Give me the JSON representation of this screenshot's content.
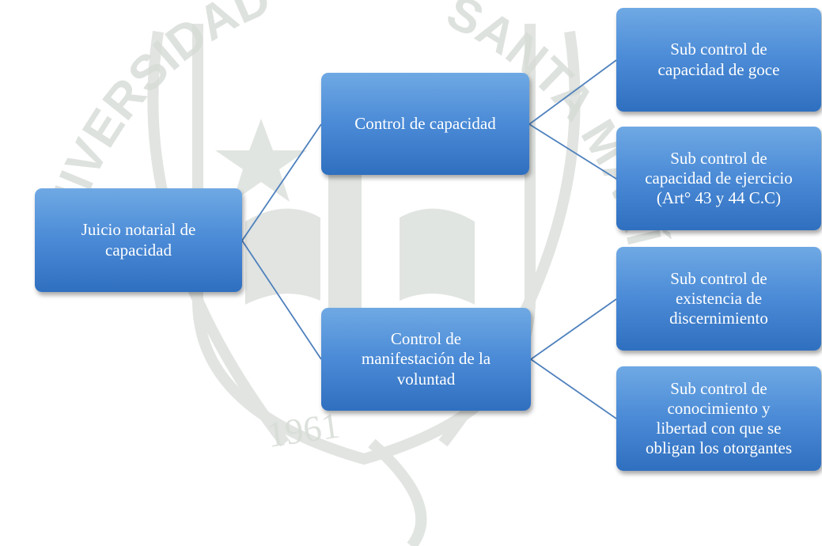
{
  "diagram": {
    "root": {
      "label": "Juicio notarial de\ncapacidad"
    },
    "branches": [
      {
        "label": "Control de capacidad",
        "children": [
          {
            "label": "Sub control de\ncapacidad de goce"
          },
          {
            "label": "Sub control de\ncapacidad de ejercicio\n(Art° 43 y 44 C.C)"
          }
        ]
      },
      {
        "label": "Control de\nmanifestación de la\nvoluntad",
        "children": [
          {
            "label": "Sub control de\nexistencia de\ndiscernimiento"
          },
          {
            "label": "Sub control de\nconocimiento y\nlibertad con que se\nobligan los otorgantes"
          }
        ]
      }
    ]
  },
  "watermark": {
    "text_left": "UNIVERSIDAD",
    "text_right": "SANTA MARÍA",
    "year": "1961"
  },
  "colors": {
    "box_top": "#6fa9e4",
    "box_bottom": "#2f6fbf",
    "connector": "#4f81bd",
    "watermark": "#d7dcd7"
  }
}
